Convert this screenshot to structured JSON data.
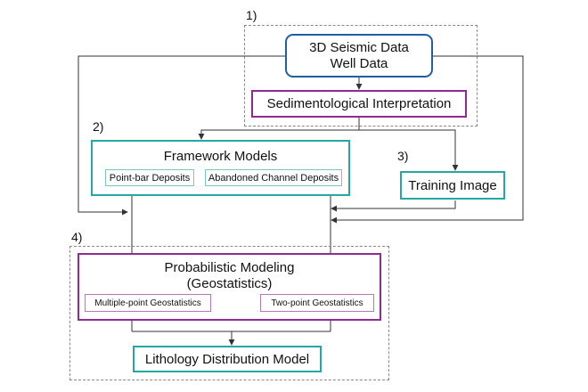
{
  "step_labels": {
    "step1": "1)",
    "step2": "2)",
    "step3": "3)",
    "step4": "4)"
  },
  "nodes": {
    "seismic_line1": "3D Seismic Data",
    "seismic_line2": "Well Data",
    "sedimentological": "Sedimentological Interpretation",
    "framework": "Framework Models",
    "point_bar": "Point-bar Deposits",
    "abandoned_channel": "Abandoned Channel Deposits",
    "training_image": "Training Image",
    "probabilistic_line1": "Probabilistic Modeling",
    "probabilistic_line2": "(Geostatistics)",
    "multiple_point": "Multiple-point Geostatistics",
    "two_point": "Two-point Geostatistics",
    "lithology": "Lithology Distribution Model"
  },
  "colors": {
    "blue": "#1f5fa6",
    "purple": "#8e2c93",
    "teal": "#25a7a3",
    "line": "#333333",
    "dashed": "#888888"
  }
}
